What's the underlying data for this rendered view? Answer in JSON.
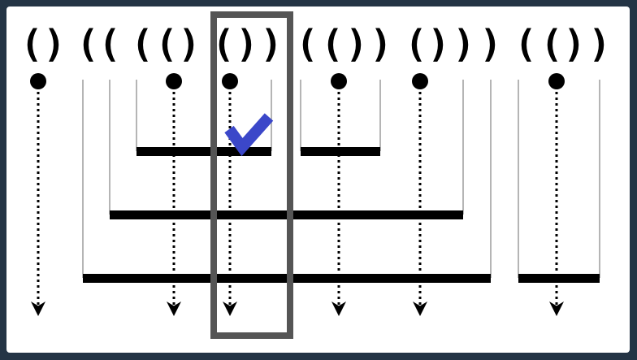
{
  "paren_sequence": [
    "(",
    ")",
    "(",
    "(",
    "(",
    "(",
    ")",
    "(",
    ")",
    ")",
    "(",
    "(",
    ")",
    ")",
    "(",
    ")",
    ")",
    ")",
    "(",
    "(",
    ")",
    ")"
  ],
  "markers": [
    "dot",
    "dot",
    "dot",
    "dot",
    "dot",
    "dot"
  ],
  "highlight": {
    "icon": "check-icon",
    "color": "#3b47c9",
    "box_color": "#555555"
  },
  "colors": {
    "background": "#243445",
    "panel": "#ffffff",
    "ink": "#000000",
    "guide": "#b0b0b0"
  }
}
